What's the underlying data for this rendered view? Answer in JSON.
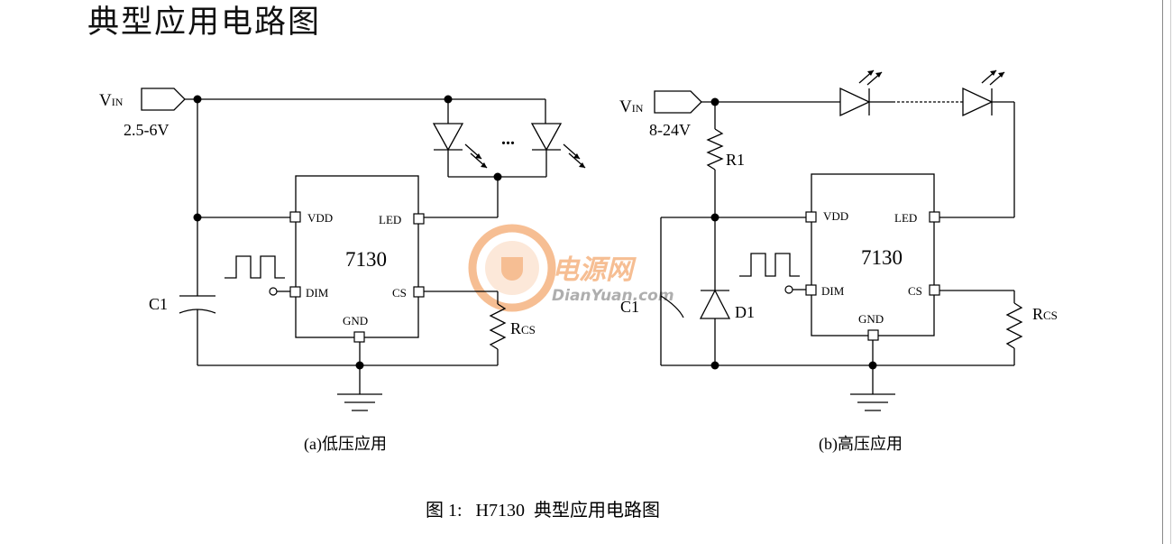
{
  "title": "典型应用电路图",
  "caption": "图 1:   H7130  典型应用电路图",
  "watermark": {
    "brand": "电源网",
    "site": "DianYuan.com",
    "registered": "®",
    "color": "#f08a3c"
  },
  "circuit_a": {
    "vin_label": "V",
    "vin_sub": "IN",
    "vin_range": "2.5-6V",
    "chip": "7130",
    "pins": {
      "vdd": "VDD",
      "led": "LED",
      "dim": "DIM",
      "cs": "CS",
      "gnd": "GND"
    },
    "cap": "C1",
    "rcs_main": "R",
    "rcs_sub": "CS",
    "ellipsis": "...",
    "caption": "(a)低压应用"
  },
  "circuit_b": {
    "vin_label": "V",
    "vin_sub": "IN",
    "vin_range": "8-24V",
    "chip": "7130",
    "pins": {
      "vdd": "VDD",
      "led": "LED",
      "dim": "DIM",
      "cs": "CS",
      "gnd": "GND"
    },
    "cap": "C1",
    "resistor": "R1",
    "diode": "D1",
    "rcs_main": "R",
    "rcs_sub": "CS",
    "caption": "(b)高压应用"
  }
}
